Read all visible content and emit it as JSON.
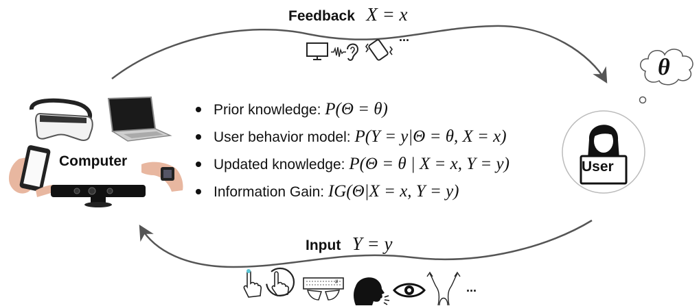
{
  "feedback": {
    "label": "Feedback",
    "formula": "X = x",
    "more": "..."
  },
  "input": {
    "label": "Input",
    "formula": "Y = y",
    "more": "..."
  },
  "computer": {
    "label": "Computer"
  },
  "user": {
    "label": "User",
    "thought": "θ"
  },
  "bullets": [
    {
      "text": "Prior knowledge: ",
      "formula": "P(Θ = θ)"
    },
    {
      "text": "User behavior model: ",
      "formula": "P(Y = y|Θ = θ, X = x)"
    },
    {
      "text": "Updated knowledge: ",
      "formula": "P(Θ = θ | X = x, Y = y)"
    },
    {
      "text": "Information Gain: ",
      "formula": "IG(Θ|X = x, Y = y)"
    }
  ],
  "icons": {
    "feedback": [
      "monitor-icon",
      "sound-wave-icon",
      "ear-icon",
      "vibrating-phone-icon"
    ],
    "input": [
      "pointing-finger-icon",
      "touch-press-icon",
      "keyboard-hands-icon",
      "speaking-head-icon",
      "eye-icon",
      "raised-hands-icon"
    ],
    "devices": [
      "vr-headset-icon",
      "laptop-icon",
      "smartphone-hand-icon",
      "smartwatch-icon",
      "kinect-sensor-icon"
    ]
  },
  "colors": {
    "arrow": "#555555",
    "text": "#111111",
    "vr_white": "#f2f2f2",
    "screen_dark": "#1a1a1a"
  }
}
